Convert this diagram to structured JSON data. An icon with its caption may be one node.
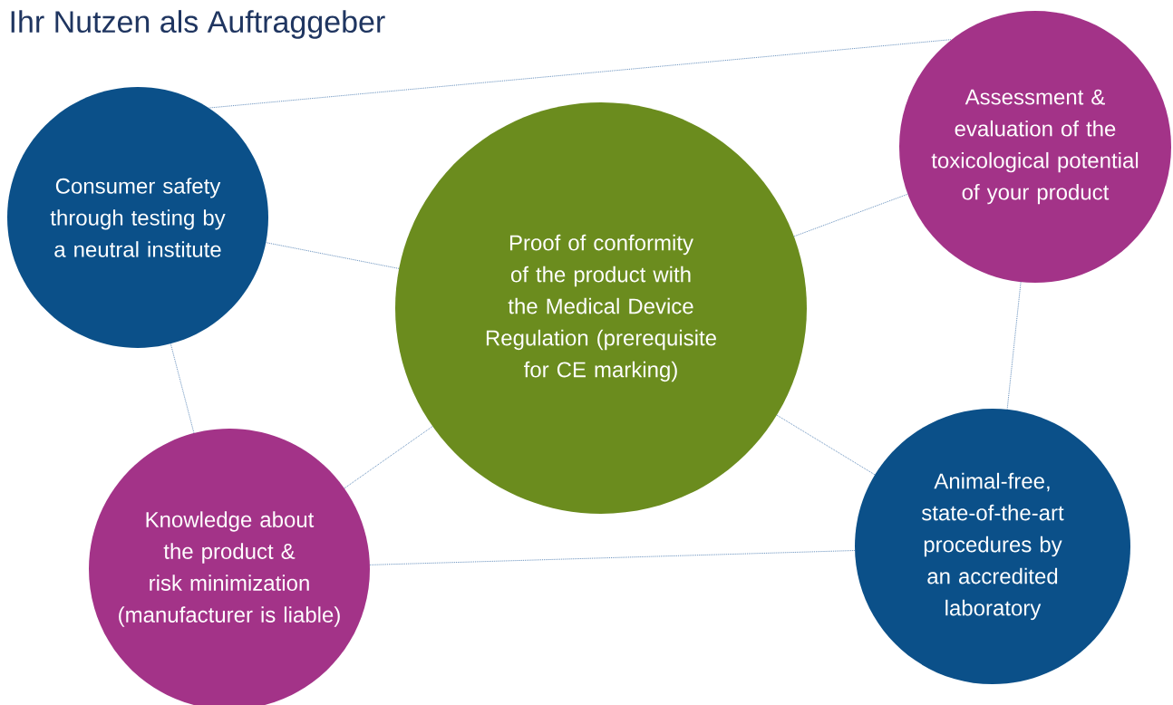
{
  "diagram": {
    "title": "Ihr Nutzen als Auftraggeber",
    "nodes": [
      {
        "text": [
          "Consumer safety through testing by a neutral institute"
        ]
      },
      {
        "text": [
          "Assessment & evaluation of the toxicological potential of your product"
        ]
      },
      {
        "text": [
          "Proof of conformity of the product with the Medical Device Regulation (prerequisite for CE marking)"
        ]
      },
      {
        "text": [
          "Knowledge about the product & risk minimization (manufacturer is liable)"
        ]
      },
      {
        "text": [
          "Animal-free, state-of-the-art procedures by an accredited laboratory"
        ]
      }
    ],
    "edges": [
      {
        "from": 0,
        "to": 1,
        "arrow": "none"
      },
      {
        "from": 0,
        "to": 2,
        "arrow": "none"
      },
      {
        "from": 2,
        "to": 1,
        "arrow": "none"
      },
      {
        "from": 0,
        "to": 3,
        "arrow": "none"
      },
      {
        "from": 2,
        "to": 3,
        "arrow": "none"
      },
      {
        "from": 2,
        "to": 4,
        "arrow": "none"
      },
      {
        "from": 1,
        "to": 4,
        "arrow": "none"
      },
      {
        "from": 3,
        "to": 4,
        "arrow": "none"
      }
    ]
  }
}
